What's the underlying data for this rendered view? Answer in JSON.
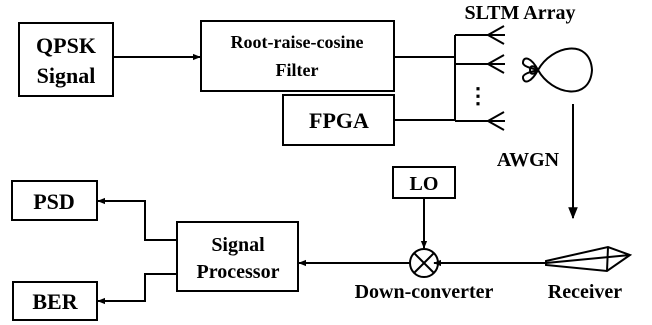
{
  "blocks": {
    "qpsk_line1": "QPSK",
    "qpsk_line2": "Signal",
    "rrc_line1": "Root-raise-cosine",
    "rrc_line2": "Filter",
    "fpga": "FPGA",
    "psd": "PSD",
    "ber": "BER",
    "lo": "LO",
    "sp_line1": "Signal",
    "sp_line2": "Processor"
  },
  "labels": {
    "array": "SLTM Array",
    "ellipsis": "⋮",
    "awgn": "AWGN",
    "downconverter": "Down-converter",
    "receiver": "Receiver"
  }
}
